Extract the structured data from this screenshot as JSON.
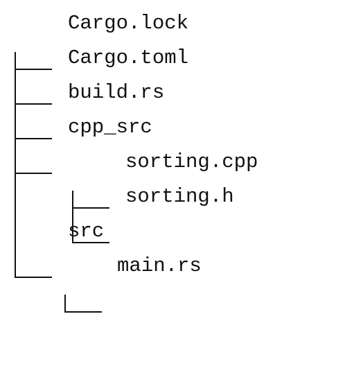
{
  "tree": {
    "entries": [
      {
        "name": "Cargo.lock",
        "depth": 0,
        "last": false
      },
      {
        "name": "Cargo.toml",
        "depth": 0,
        "last": false
      },
      {
        "name": "build.rs",
        "depth": 0,
        "last": false
      },
      {
        "name": "cpp_src",
        "depth": 0,
        "last": false
      },
      {
        "name": "sorting.cpp",
        "depth": 1,
        "last": false
      },
      {
        "name": "sorting.h",
        "depth": 1,
        "last": true
      },
      {
        "name": "src",
        "depth": 0,
        "last": true
      },
      {
        "name": "main.rs",
        "depth": 1,
        "last": true
      }
    ]
  }
}
